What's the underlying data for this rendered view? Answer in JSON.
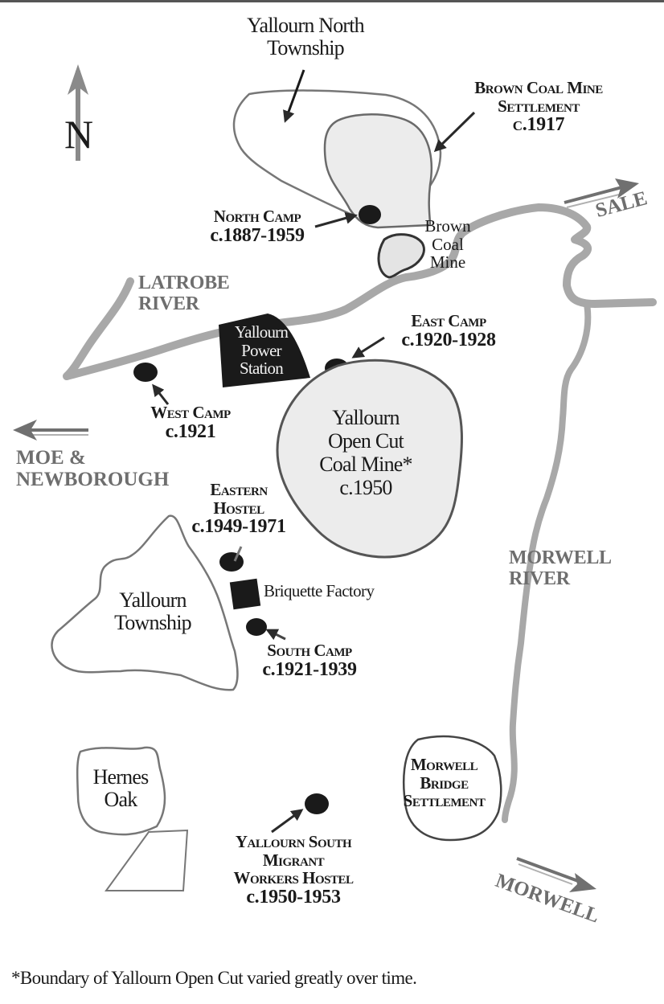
{
  "compass": {
    "letter": "N",
    "icon": "north-arrow-icon"
  },
  "places": {
    "yallourn_north": {
      "line1": "Yallourn North",
      "line2": "Township"
    },
    "brown_coal_settlement": {
      "line1": "Brown Coal Mine",
      "line2": "Settlement",
      "date": "c.1917"
    },
    "north_camp": {
      "name": "North Camp",
      "date": "c.1887-1959"
    },
    "brown_coal_mine": {
      "line1": "Brown",
      "line2": "Coal",
      "line3": "Mine"
    },
    "power_station": {
      "line1": "Yallourn",
      "line2": "Power",
      "line3": "Station"
    },
    "east_camp": {
      "name": "East Camp",
      "date": "c.1920-1928"
    },
    "west_camp": {
      "name": "West Camp",
      "date": "c.1921"
    },
    "open_cut": {
      "line1": "Yallourn",
      "line2": "Open Cut",
      "line3": "Coal Mine*",
      "date": "c.1950"
    },
    "eastern_hostel": {
      "line1": "Eastern",
      "line2": "Hostel",
      "date": "c.1949-1971"
    },
    "briquette_factory": {
      "name": "Briquette Factory"
    },
    "yallourn_township": {
      "line1": "Yallourn",
      "line2": "Township"
    },
    "south_camp": {
      "name": "South Camp",
      "date": "c.1921-1939"
    },
    "hernes_oak": {
      "line1": "Hernes",
      "line2": "Oak"
    },
    "migrant_hostel": {
      "line1": "Yallourn South",
      "line2": "Migrant",
      "line3": "Workers Hostel",
      "date": "c.1950-1953"
    },
    "morwell_bridge": {
      "line1": "Morwell",
      "line2": "Bridge",
      "line3": "Settlement"
    }
  },
  "rivers": {
    "latrobe": {
      "line1": "LATROBE",
      "line2": "RIVER"
    },
    "morwell": {
      "line1": "MORWELL",
      "line2": "RIVER"
    }
  },
  "destinations": {
    "sale": "SALE",
    "moe": {
      "line1": "MOE &",
      "line2": "NEWBOROUGH"
    },
    "morwell": "MORWELL"
  },
  "colors": {
    "river": "#a8a8a8",
    "boundary": "#6a6a6a",
    "fill_light": "#ececec",
    "marker": "#1a1a1a",
    "dest_text": "#6e6e6e"
  },
  "footnote": "*Boundary of Yallourn Open Cut varied greatly over time."
}
